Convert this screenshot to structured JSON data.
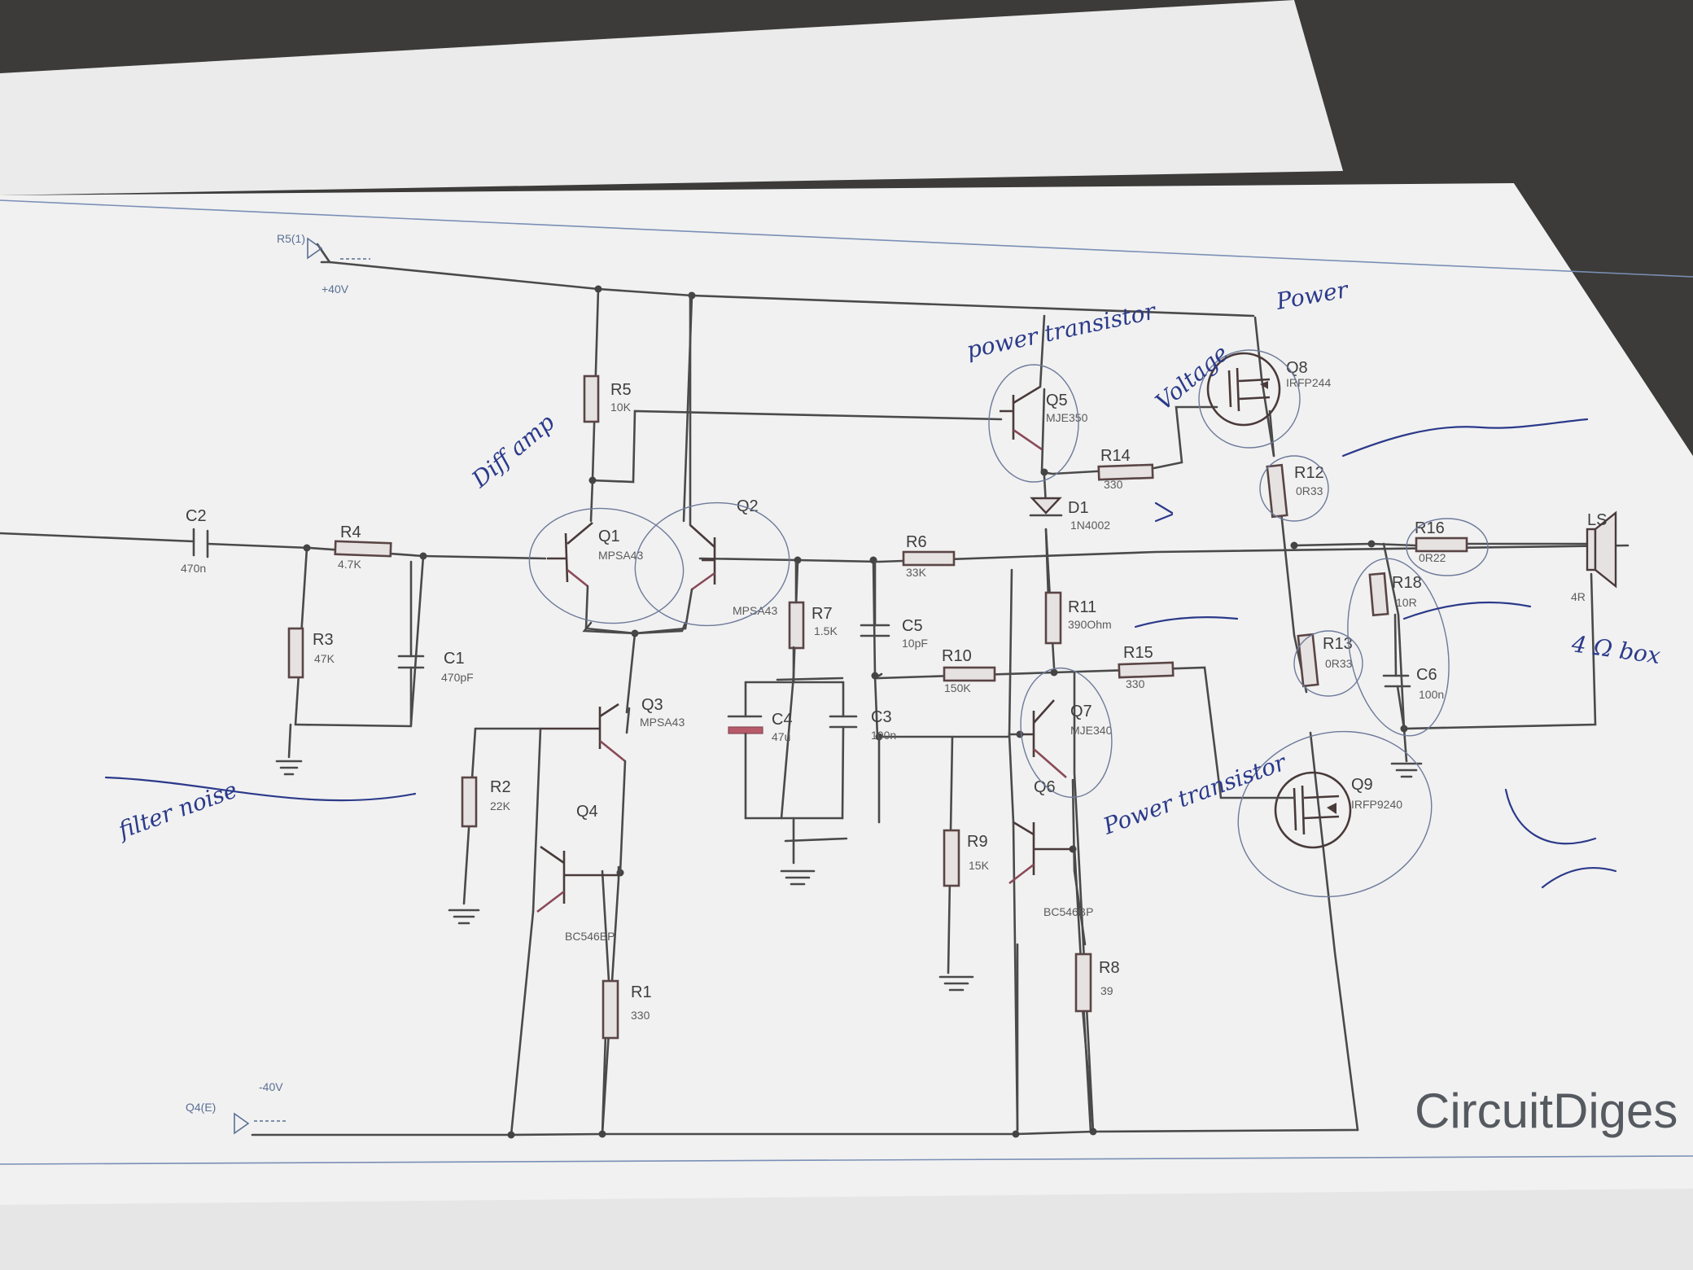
{
  "supply": {
    "pos_net": "R5(1)",
    "pos_voltage": "+40V",
    "neg_net": "Q4(E)",
    "neg_voltage": "-40V"
  },
  "components": {
    "c2": {
      "label": "C2",
      "value": "470n"
    },
    "r4": {
      "label": "R4",
      "value": "4.7K"
    },
    "r3": {
      "label": "R3",
      "value": "47K"
    },
    "c1": {
      "label": "C1",
      "value": "470pF"
    },
    "r5": {
      "label": "R5",
      "value": "10K"
    },
    "q1": {
      "label": "Q1",
      "value": "MPSA43"
    },
    "q2": {
      "label": "Q2",
      "value": "MPSA43"
    },
    "q3": {
      "label": "Q3",
      "value": "MPSA43"
    },
    "q4": {
      "label": "Q4",
      "value": "BC546BP"
    },
    "r2": {
      "label": "R2",
      "value": "22K"
    },
    "r1": {
      "label": "R1",
      "value": "330"
    },
    "r7": {
      "label": "R7",
      "value": "1.5K"
    },
    "c4": {
      "label": "C4",
      "value": "47u"
    },
    "c3": {
      "label": "C3",
      "value": "100n"
    },
    "c5": {
      "label": "C5",
      "value": "10pF"
    },
    "r6": {
      "label": "R6",
      "value": "33K"
    },
    "r10": {
      "label": "R10",
      "value": "150K"
    },
    "q5": {
      "label": "Q5",
      "value": "MJE350"
    },
    "r14": {
      "label": "R14",
      "value": "330"
    },
    "d1": {
      "label": "D1",
      "value": "1N4002"
    },
    "r11": {
      "label": "R11",
      "value": "390Ohm"
    },
    "r15": {
      "label": "R15",
      "value": "330"
    },
    "q7": {
      "label": "Q7",
      "value": "MJE340"
    },
    "q6": {
      "label": "Q6",
      "value": "BC546BP"
    },
    "r9": {
      "label": "R9",
      "value": "15K"
    },
    "r8": {
      "label": "R8",
      "value": "39"
    },
    "q8": {
      "label": "Q8",
      "value": "IRFP244"
    },
    "q9": {
      "label": "Q9",
      "value": "IRFP9240"
    },
    "r12": {
      "label": "R12",
      "value": "0R33"
    },
    "r13": {
      "label": "R13",
      "value": "0R33"
    },
    "r16": {
      "label": "R16",
      "value": "0R22"
    },
    "r18": {
      "label": "R18",
      "value": "10R"
    },
    "c6": {
      "label": "C6",
      "value": "100n"
    },
    "ls": {
      "label": "LS",
      "value": "4R"
    }
  },
  "notes": {
    "diff_amp": "Diff amp",
    "filter_noise": "filter noise",
    "power_transistor_top": "power transistor",
    "power_transistor_bottom": "Power transistor",
    "power_mosfet": "Power",
    "voltage": "Voltage",
    "speaker_4ohm": "4 Ω box"
  },
  "brand": {
    "logo": "CircuitDiges"
  }
}
